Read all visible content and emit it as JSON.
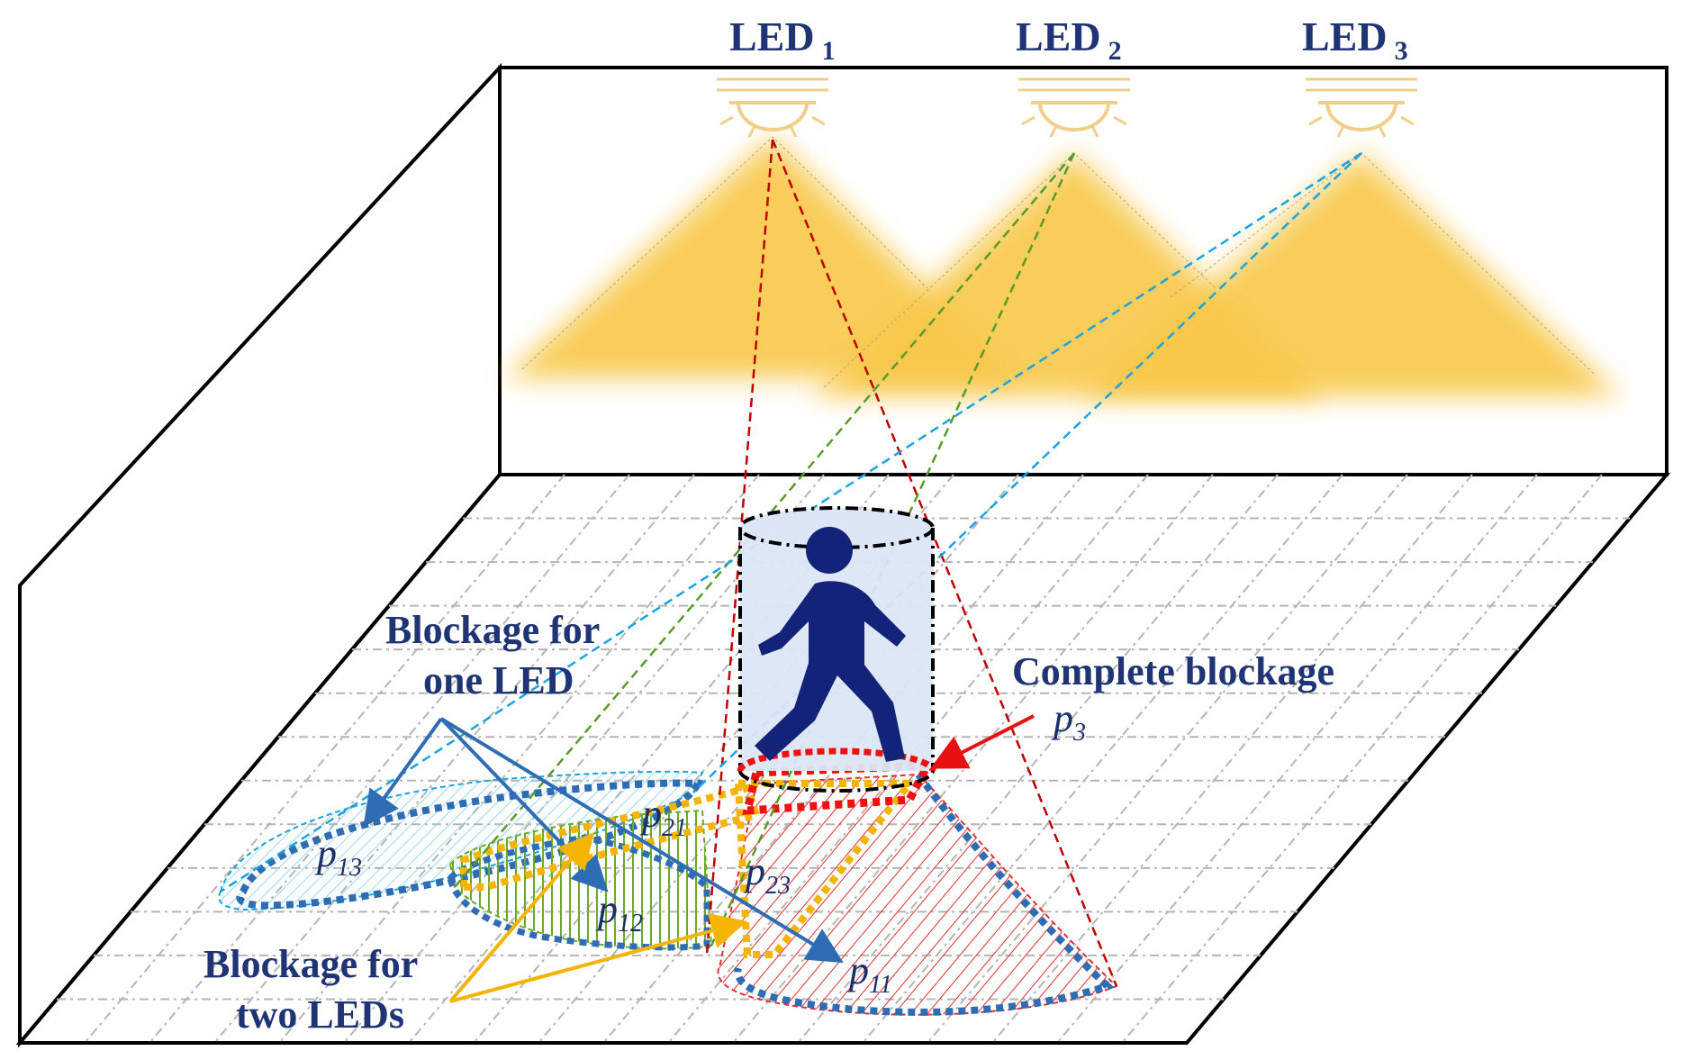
{
  "leds": [
    {
      "name": "LED",
      "sub": "1"
    },
    {
      "name": "LED",
      "sub": "2"
    },
    {
      "name": "LED",
      "sub": "3"
    }
  ],
  "labels": {
    "blockage_one_line1": "Blockage for",
    "blockage_one_line2": "one LED",
    "blockage_two_line1": "Blockage for",
    "blockage_two_line2": "two LEDs",
    "complete": "Complete blockage"
  },
  "regions": {
    "p3": {
      "base": "p",
      "sub": "3"
    },
    "p11": {
      "base": "p",
      "sub": "11"
    },
    "p12": {
      "base": "p",
      "sub": "12"
    },
    "p13": {
      "base": "p",
      "sub": "13"
    },
    "p21": {
      "base": "p",
      "sub": "21"
    },
    "p23": {
      "base": "p",
      "sub": "23"
    }
  },
  "colors": {
    "led1_ray": "#c00000",
    "led2_ray": "#5a9a2a",
    "led3_ray": "#1aa3e0",
    "light": "#f8c84a",
    "label_text": "#1f3474",
    "arrow_blue": "#2e6db4",
    "arrow_yellow": "#f5b400",
    "arrow_red": "#e81010",
    "person": "#13237a"
  }
}
